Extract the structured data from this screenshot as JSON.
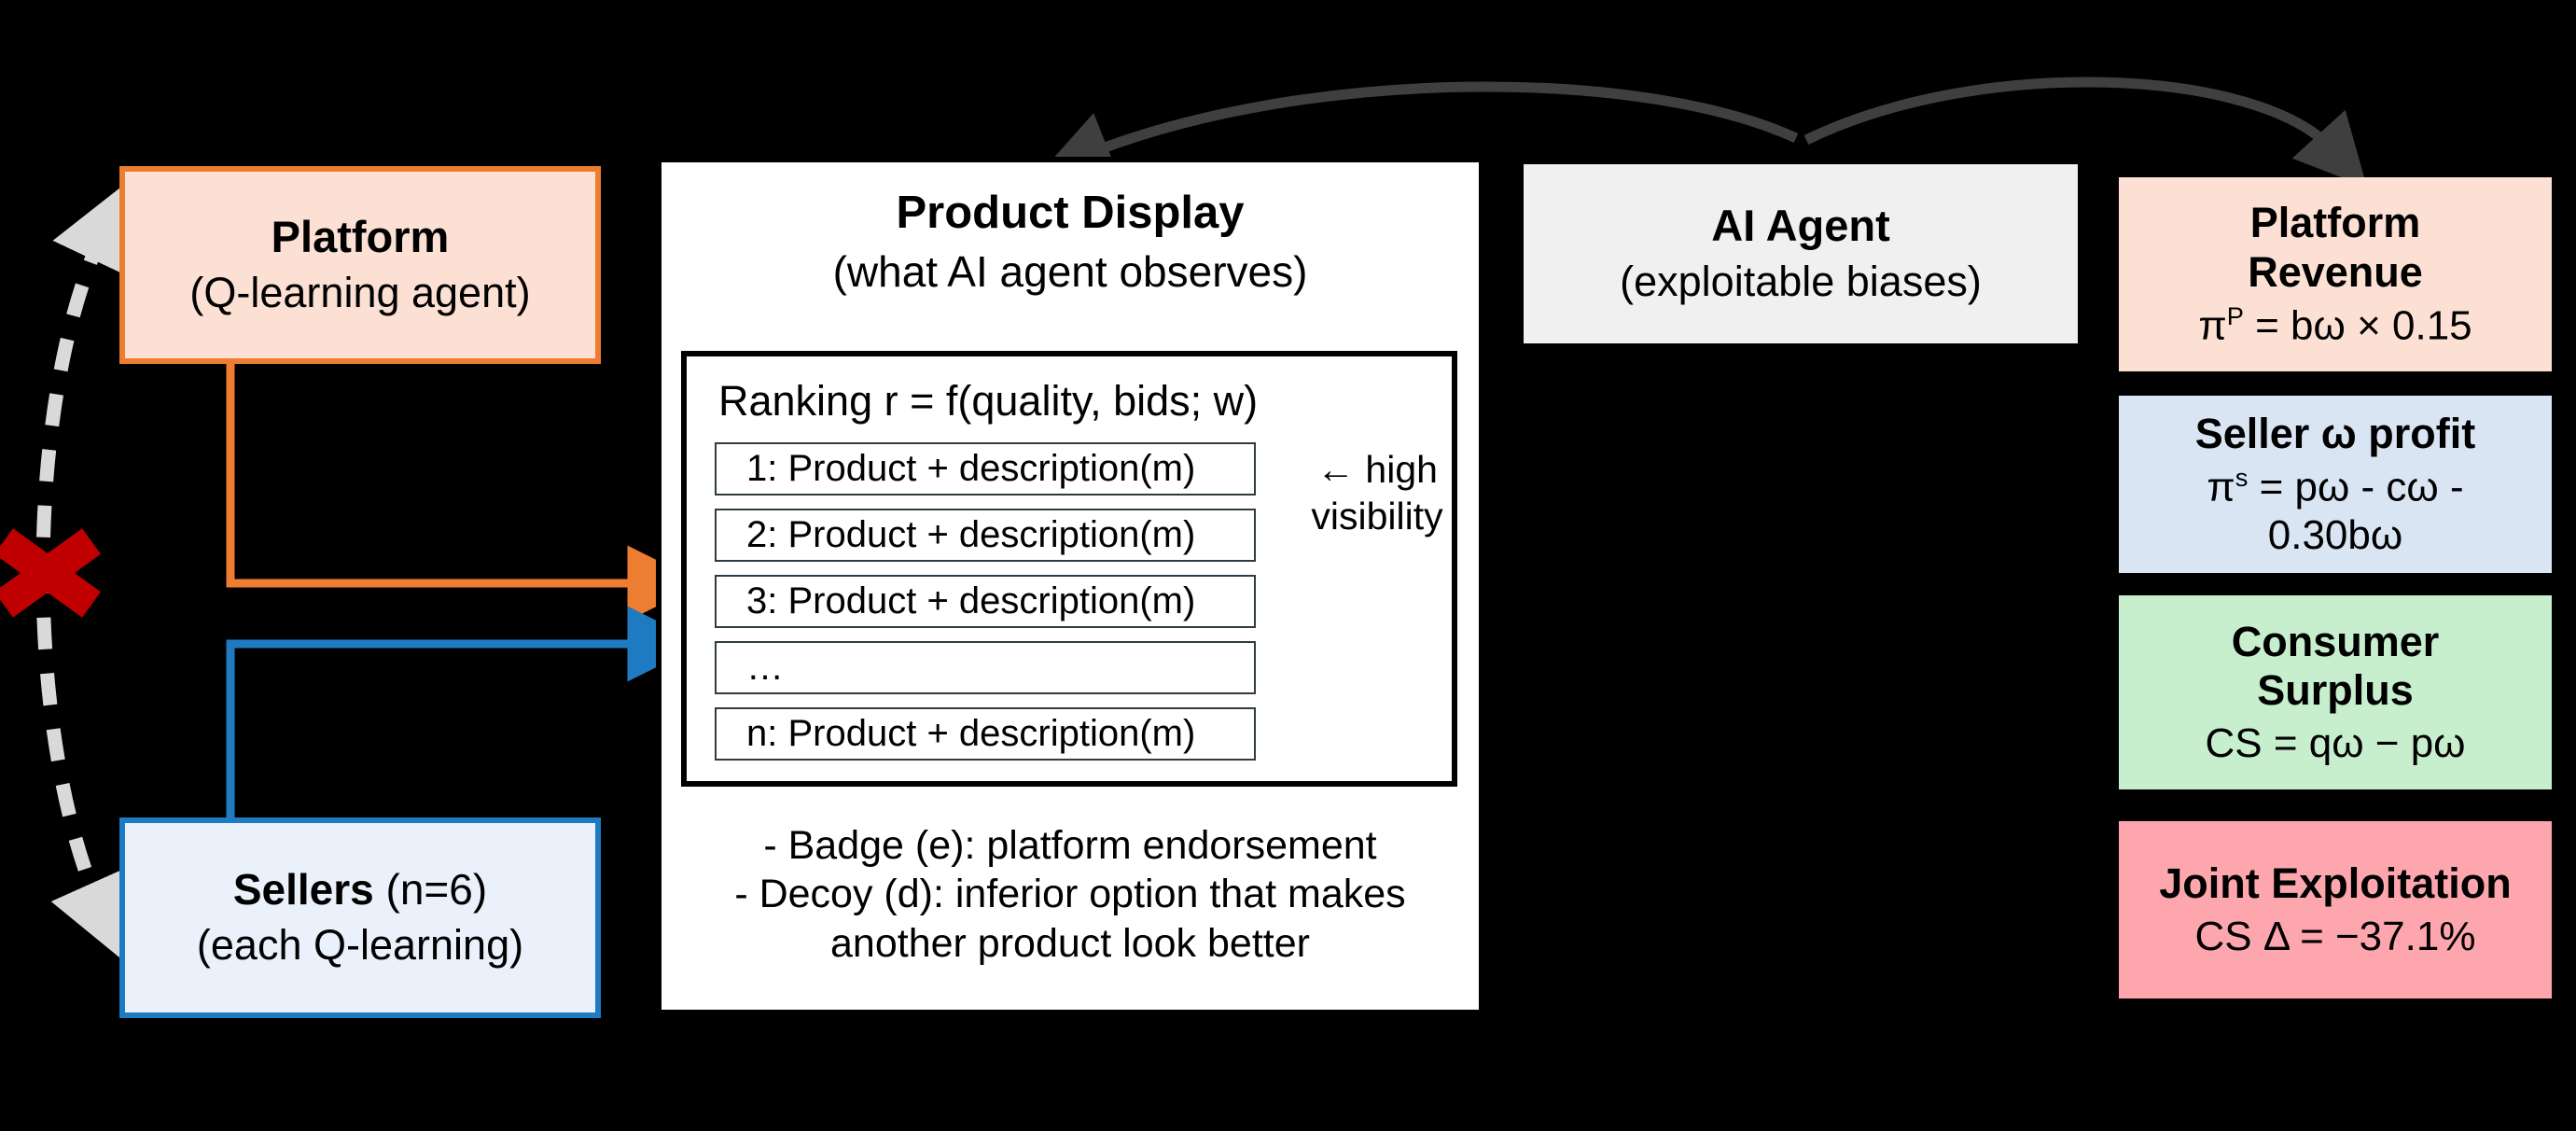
{
  "nodes": {
    "platform": {
      "title": "Platform",
      "subtitle": "(Q-learning agent)",
      "fill": "#FBE0D3",
      "border": "#ED7D31"
    },
    "sellers": {
      "title": "Sellers",
      "title_suffix": " (n=6)",
      "subtitle": "(each Q-learning)",
      "fill": "#EAF1FB",
      "border": "#1F7BC1"
    },
    "product_display": {
      "title": "Product Display",
      "subtitle": "(what AI agent observes)",
      "ranking_formula": "Ranking r = f(quality, bids; w)",
      "rank_rows": [
        "1: Product + description(m)",
        "2: Product + description(m)",
        "3: Product + description(m)",
        "…",
        "n: Product + description(m)"
      ],
      "visibility_note_line1": "← high",
      "visibility_note_line2": "visibility",
      "footnotes": [
        "- Badge (e): platform endorsement",
        "- Decoy (d): inferior option that makes",
        "another product look better"
      ],
      "fill": "#FFFFFF",
      "border": "#000000"
    },
    "ai_agent": {
      "title": "AI Agent",
      "subtitle": "(exploitable biases)",
      "fill": "#F0F0F0"
    }
  },
  "outcomes": [
    {
      "name": "platform-revenue",
      "head_line1": "Platform",
      "head_line2": "Revenue",
      "equation_prefix": "π",
      "equation_sup": "P",
      "equation_rest": " = bω × 0.15",
      "fill": "#FBE0D3"
    },
    {
      "name": "seller-profit",
      "head_line1": "Seller ω profit",
      "head_line2": "",
      "equation_prefix": "π",
      "equation_sup": "s",
      "equation_rest": " = pω - cω -",
      "equation_line2": "0.30bω",
      "fill": "#DAE5F4"
    },
    {
      "name": "consumer-surplus",
      "head_line1": "Consumer",
      "head_line2": "Surplus",
      "equation_rest": "CS = qω − pω",
      "fill": "#C7EFCE"
    },
    {
      "name": "joint-exploitation",
      "head_line1": "Joint Exploitation",
      "head_line2": "",
      "equation_rest": "CS Δ = −37.1%",
      "fill": "#FDA6AE"
    }
  ],
  "edges": {
    "platform_to_display_color": "#ED7D31",
    "sellers_to_display_color": "#1F7BC1",
    "feedback_curve_color": "#3F3F3F",
    "blocked_link_color": "#D9D9D9",
    "blocked_marker_color": "#C00000",
    "blocked_marker": "✕"
  }
}
